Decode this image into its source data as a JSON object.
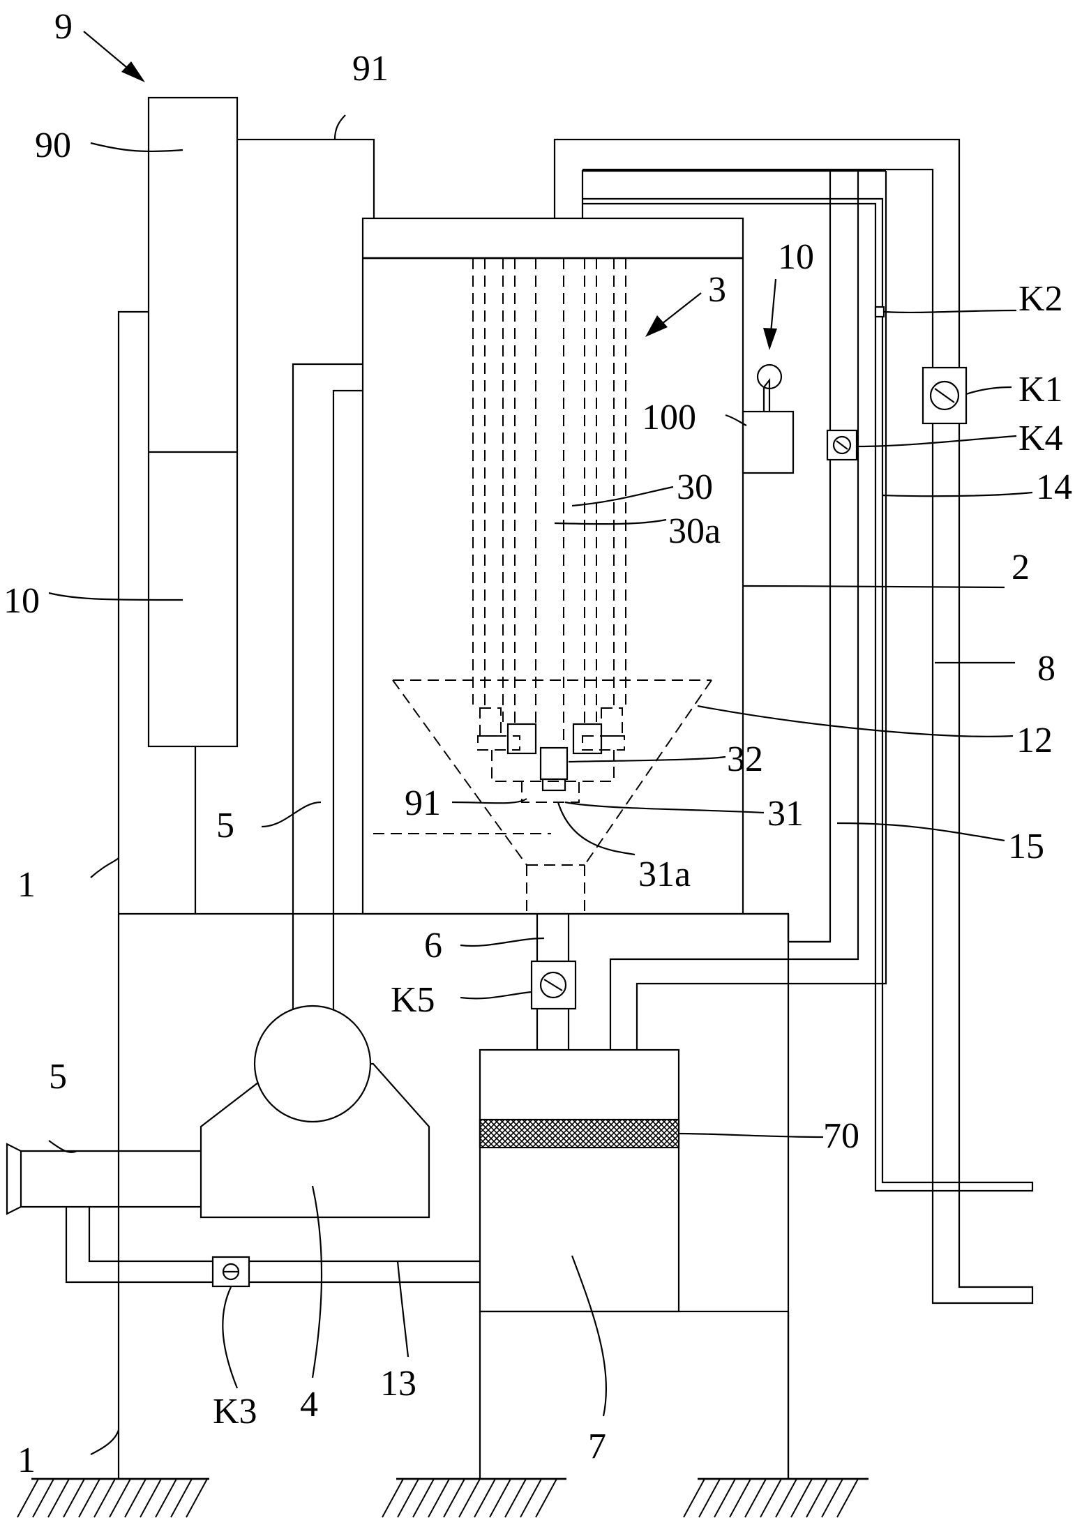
{
  "figure": {
    "labels": {
      "l9": "9",
      "l90": "90",
      "l91_top": "91",
      "l10_left": "10",
      "l1_upper": "1",
      "l1_lower": "1",
      "l5_upper": "5",
      "l5_lower": "5",
      "l3": "3",
      "l10_right": "10",
      "l100": "100",
      "l30": "30",
      "l30a": "30a",
      "l2": "2",
      "l12": "12",
      "l32": "32",
      "l91_mid": "91",
      "l31": "31",
      "l31a": "31a",
      "l15": "15",
      "l8": "8",
      "l14": "14",
      "lK2": "K2",
      "lK1": "K1",
      "lK4": "K4",
      "l6": "6",
      "lK5": "K5",
      "l70": "70",
      "l4": "4",
      "lK3": "K3",
      "l13": "13",
      "l7": "7"
    }
  }
}
